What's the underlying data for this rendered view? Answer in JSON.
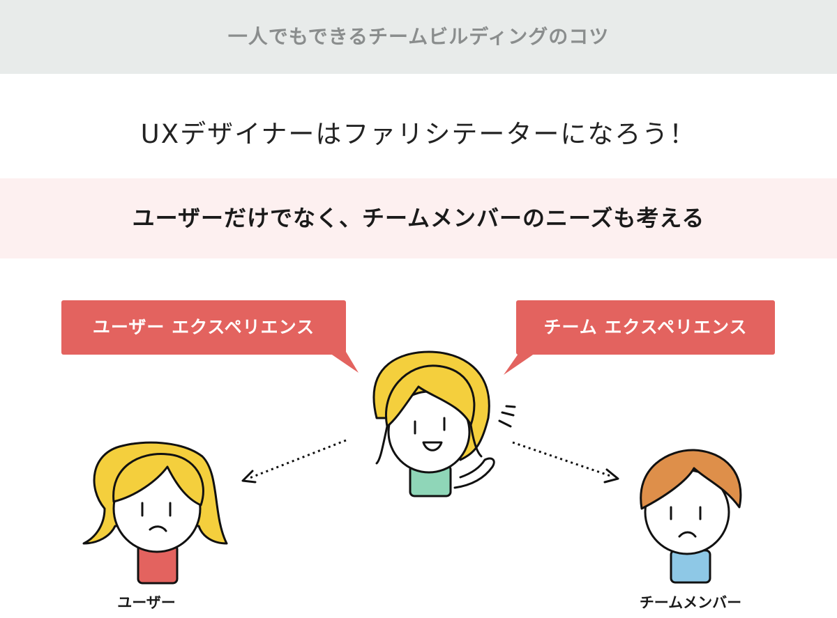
{
  "header": {
    "title": "一人でもできるチームビルディングのコツ"
  },
  "main": {
    "title": "UXデザイナーはファリシテーターになろう！"
  },
  "subtitle": "ユーザーだけでなく、チームメンバーのニーズも考える",
  "bubbles": {
    "left": "ユーザー エクスペリエンス",
    "right": "チーム エクスペリエンス"
  },
  "captions": {
    "user": "ユーザー",
    "member": "チームメンバー"
  },
  "colors": {
    "header_bg": "#e8ebea",
    "band_bg": "#fdf0f0",
    "bubble": "#e3635f",
    "hair_yellow": "#f4cf3d",
    "hair_orange": "#de8f4a",
    "shirt_green": "#8fd6b8",
    "shirt_red": "#e3635f",
    "shirt_blue": "#8ec8e6"
  },
  "icons": [
    "facilitator-character",
    "user-character",
    "team-member-character",
    "dotted-arrow-left",
    "dotted-arrow-right"
  ]
}
